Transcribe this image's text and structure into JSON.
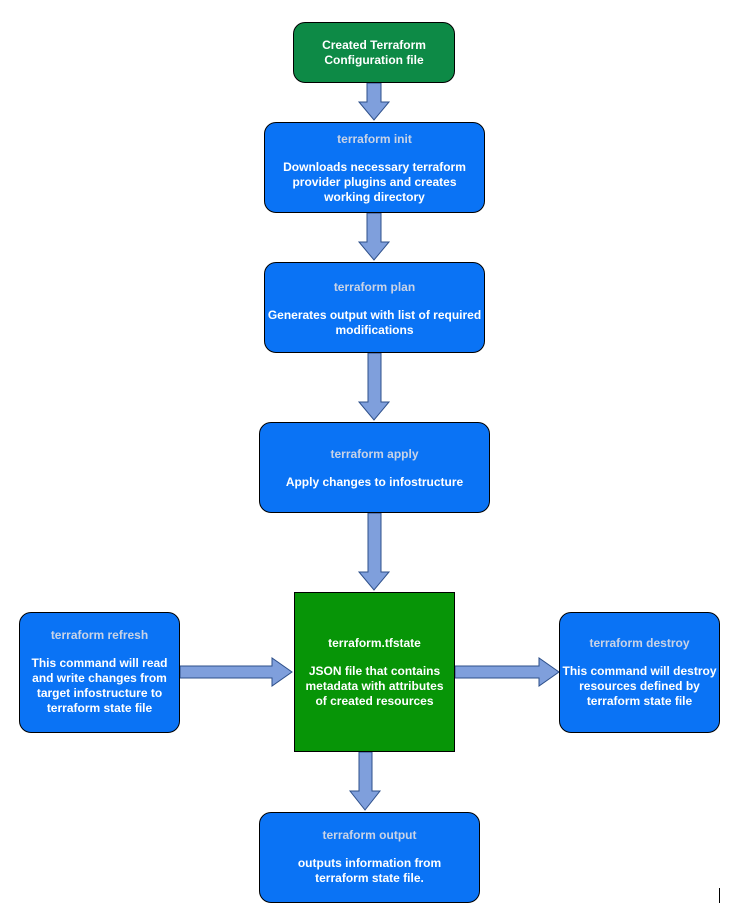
{
  "nodes": {
    "start": {
      "desc": "Created Terraform Configuration file"
    },
    "init": {
      "title": "terraform init",
      "desc": "Downloads necessary terraform provider plugins and creates working directory"
    },
    "plan": {
      "title": "terraform plan",
      "desc": "Generates output with list of required modifications"
    },
    "apply": {
      "title": "terraform apply",
      "desc": "Apply changes to infostructure"
    },
    "state": {
      "title": "terraform.tfstate",
      "desc": "JSON file that contains metadata with attributes of created resources"
    },
    "refresh": {
      "title": "terraform refresh",
      "desc": "This command will read and write changes from target infostructure to terraform state file"
    },
    "destroy": {
      "title": "terraform destroy",
      "desc": "This command will destroy resources defined by terraform state file"
    },
    "output": {
      "title": "terraform output",
      "desc": "outputs information from terraform state file."
    }
  },
  "colors": {
    "box_blue": "#0a73f5",
    "box_green_start": "#0d8a46",
    "box_green_state": "#079507",
    "arrow_fill": "#7f9fdc",
    "arrow_stroke": "#2d4f8a",
    "title_text": "#c9d3e6"
  }
}
